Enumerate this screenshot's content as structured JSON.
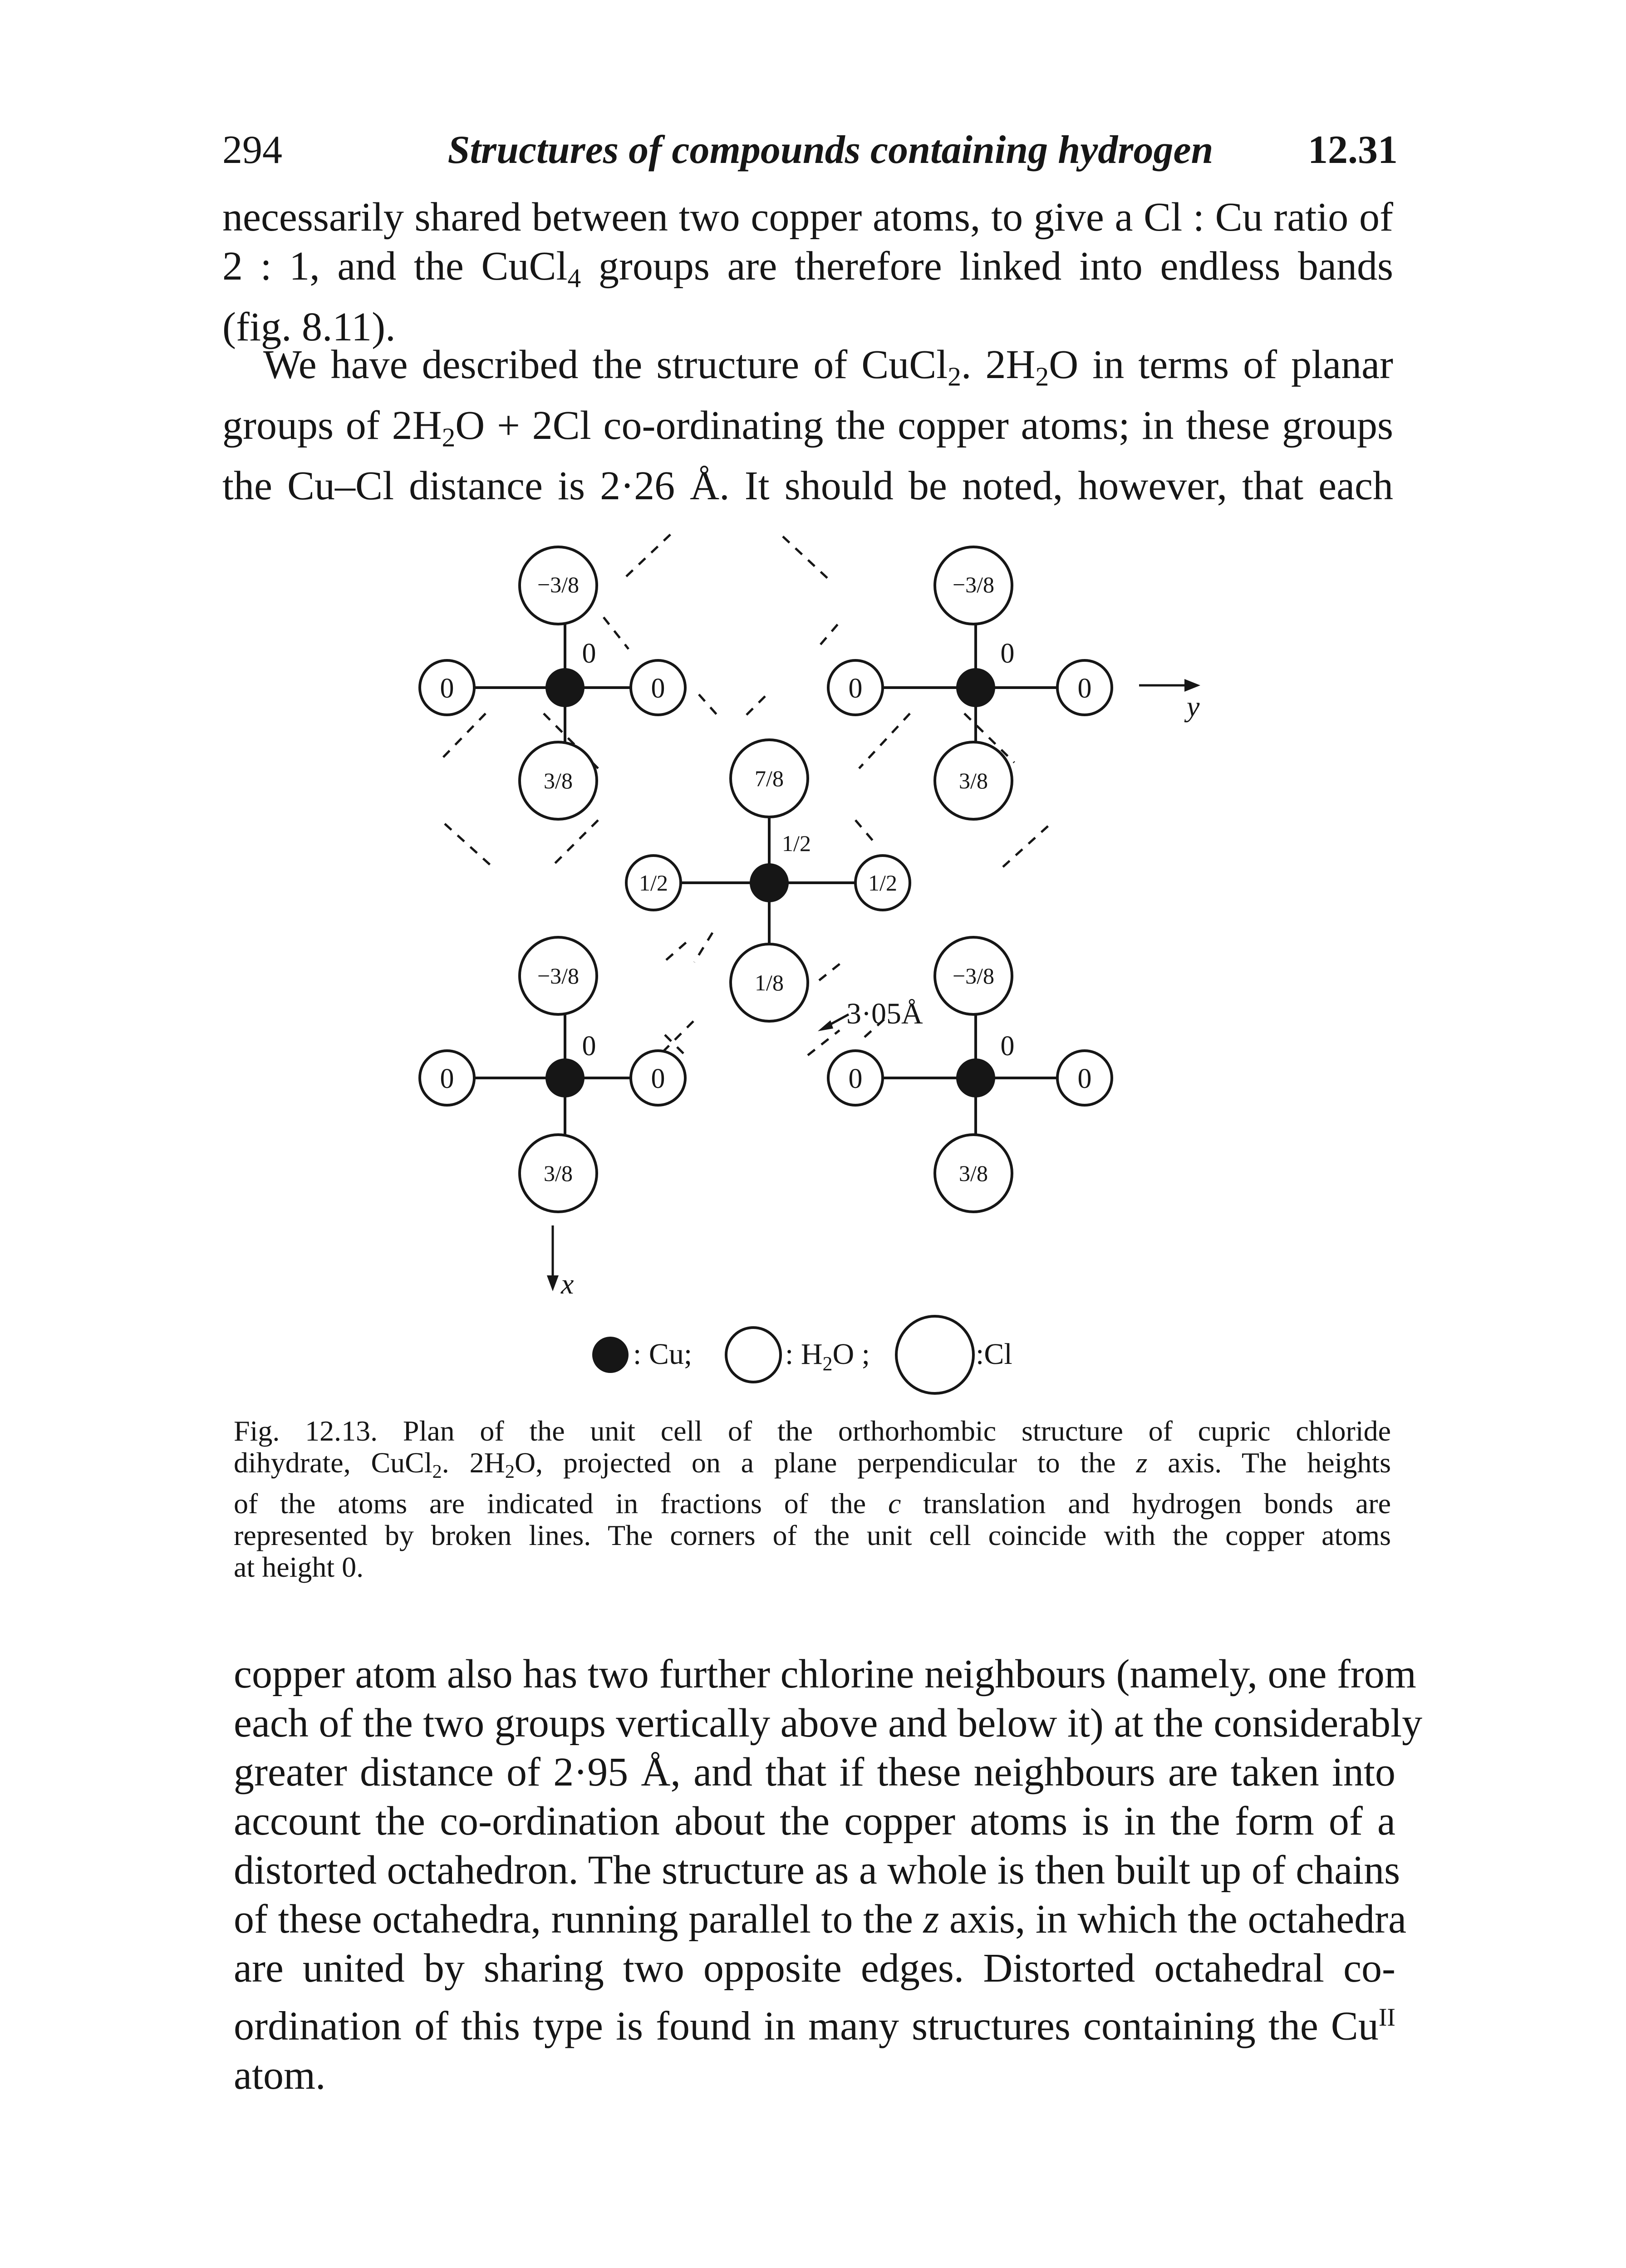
{
  "header": {
    "page_number": "294",
    "running_title": "Structures of compounds containing hydrogen",
    "section": "12.31"
  },
  "para1": {
    "l1": "necessarily shared between two copper atoms, to give a Cl : Cu ratio of",
    "l2a": "2 : 1, and the CuCl",
    "l2b": "4",
    "l2c": " groups are therefore linked into endless bands",
    "l3": "(fig. 8.11)."
  },
  "para2": {
    "l1a": "We have described the structure of CuCl",
    "l1b": "2",
    "l1c": ". 2H",
    "l1d": "2",
    "l1e": "O in terms of planar",
    "l2a": "groups of 2H",
    "l2b": "2",
    "l2c": "O + 2Cl co-ordinating the copper atoms; in these groups",
    "l3": "the Cu–Cl distance is 2·26 Å.  It should be noted, however, that each"
  },
  "figure": {
    "heights": {
      "zero": "0",
      "neg_three_eighths": "−3/8",
      "three_eighths": "3/8",
      "seven_eighths": "7/8",
      "one_half": "1/2",
      "one_eighth": "1/8"
    },
    "distance_label": "3·05Å",
    "axis_y": "y",
    "axis_x": "x",
    "legend": {
      "cu": ": Cu;",
      "h2o_a": ": H",
      "h2o_sub": "2",
      "h2o_b": "O ;",
      "cl": ":Cl"
    }
  },
  "caption": {
    "l1": "Fig. 12.13.  Plan of the unit cell of the orthorhombic structure of cupric chloride",
    "l2a": "dihydrate, CuCl",
    "l2b": "2",
    "l2c": ". 2H",
    "l2d": "2",
    "l2e": "O, projected on a plane perpendicular to the",
    "l2f": "z",
    "l2g": "axis. The heights",
    "l3a": "of the atoms are indicated in fractions of the",
    "l3b": "c",
    "l3c": "translation and hydrogen bonds are",
    "l4": "represented by broken lines. The corners of the unit cell coincide with the copper atoms",
    "l5": "at height 0."
  },
  "para3": {
    "l1": "copper atom also has two further chlorine neighbours (namely, one from",
    "l2": "each of the two groups vertically above and below it) at the considerably",
    "l3": "greater distance of 2·95 Å, and that if these neighbours are taken into",
    "l4": "account the co-ordination about the copper atoms is in the form of a",
    "l5": "distorted octahedron. The structure as a whole is then built up of chains",
    "l6a": "of these octahedra, running parallel to the",
    "l6b": "z",
    "l6c": "axis, in which the octahedra",
    "l7": "are united by sharing two opposite edges.  Distorted octahedral co-",
    "l8a": "ordination of this type is found in many structures containing the Cu",
    "l8b": "II",
    "l9": "atom."
  }
}
